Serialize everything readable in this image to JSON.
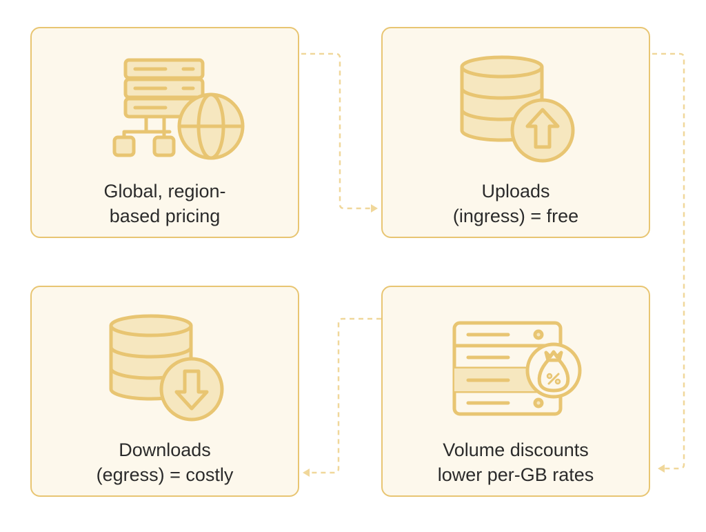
{
  "cards": [
    {
      "id": "global",
      "icon": "server-globe-icon",
      "lines": [
        "Global, region-",
        "based pricing"
      ]
    },
    {
      "id": "uploads",
      "icon": "database-upload-icon",
      "lines": [
        "Uploads",
        "(ingress) = free"
      ]
    },
    {
      "id": "volume",
      "icon": "server-money-bag-icon",
      "lines": [
        "Volume discounts",
        "lower per-GB rates"
      ]
    },
    {
      "id": "downloads",
      "icon": "database-download-icon",
      "lines": [
        "Downloads",
        "(egress) = costly"
      ]
    }
  ],
  "colors": {
    "card_fill": "#fdf8ec",
    "card_border": "#e8c572",
    "icon_fill": "#f6e7bf",
    "icon_stroke": "#e8c572",
    "text": "#2b2b2b",
    "connector": "#f0d79a"
  }
}
